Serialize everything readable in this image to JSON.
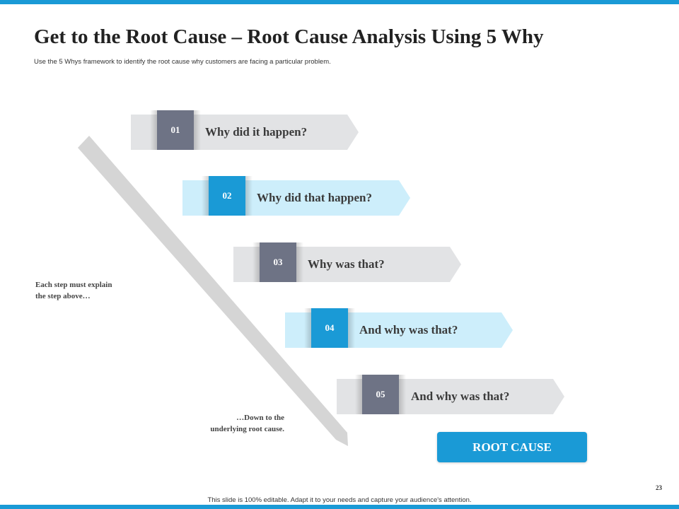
{
  "header": {
    "title": "Get to the Root Cause – Root Cause Analysis Using 5 Why",
    "subtitle": "Use the 5 Whys framework to identify the root cause why customers are facing a particular problem."
  },
  "steps": [
    {
      "number": "01",
      "label": "Why did it happen?",
      "style": "gray"
    },
    {
      "number": "02",
      "label": "Why did that happen?",
      "style": "blue"
    },
    {
      "number": "03",
      "label": "Why was that?",
      "style": "gray"
    },
    {
      "number": "04",
      "label": "And why was that?",
      "style": "blue"
    },
    {
      "number": "05",
      "label": "And why was that?",
      "style": "gray"
    }
  ],
  "notes": {
    "top": [
      "Each step must explain",
      "the step above…"
    ],
    "bottom": [
      "…Down to the",
      "underlying root cause."
    ]
  },
  "root_cause": {
    "label": "ROOT CAUSE"
  },
  "footer": {
    "page_number": "23",
    "note": "This slide is 100% editable. Adapt it to your needs and capture your audience's attention."
  },
  "colors": {
    "accent_blue": "#1a9ad6",
    "light_blue": "#cdeefb",
    "light_gray": "#e2e3e5",
    "dark_gray": "#6e7385",
    "arrow_gray": "#d5d5d5"
  }
}
